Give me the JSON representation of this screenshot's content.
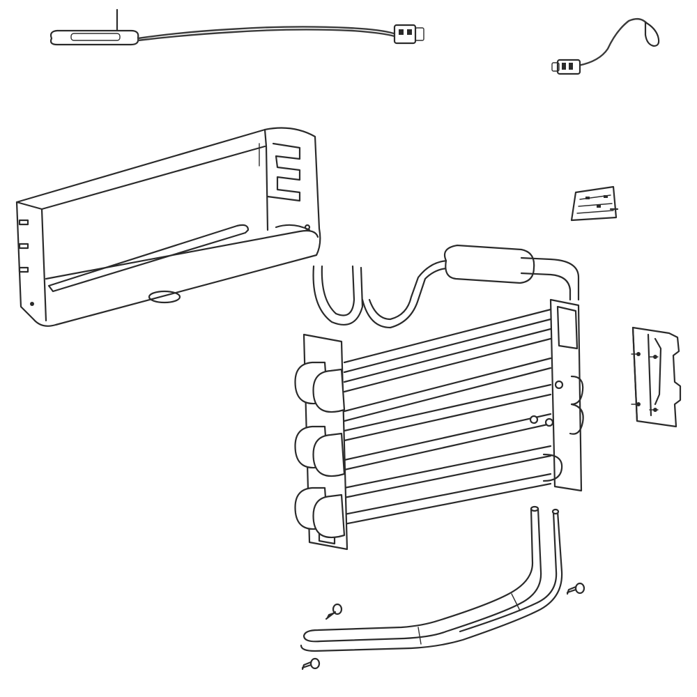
{
  "diagram": {
    "parts": [
      {
        "id": "thermistor-sensor",
        "icon": "sensor-wire-icon"
      },
      {
        "id": "harness-sensor",
        "icon": "sensor-wire-icon"
      },
      {
        "id": "evaporator-cover",
        "icon": "cover-icon"
      },
      {
        "id": "mounting-clip",
        "icon": "clip-icon"
      },
      {
        "id": "evaporator-coil",
        "icon": "coil-icon"
      },
      {
        "id": "side-bracket",
        "icon": "bracket-icon"
      },
      {
        "id": "drain-tube",
        "icon": "tube-icon"
      },
      {
        "id": "screw",
        "icon": "screw-icon"
      }
    ]
  }
}
